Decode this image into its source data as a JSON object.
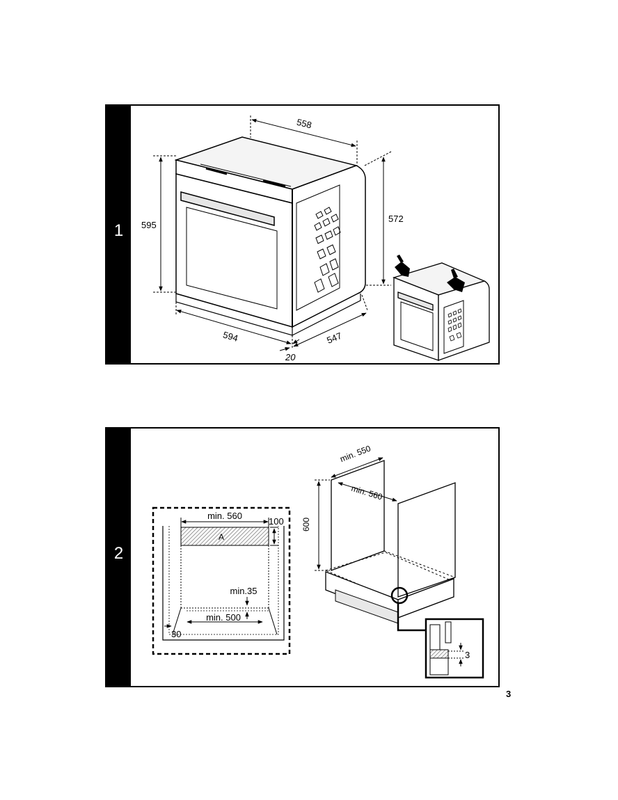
{
  "page": {
    "number": "3"
  },
  "figure1": {
    "label": "1",
    "dims": {
      "d558": "558",
      "d595": "595",
      "d572": "572",
      "d594": "594",
      "d547": "547",
      "d20": "20"
    }
  },
  "figure2": {
    "label": "2",
    "front": {
      "min560": "min. 560",
      "d100": "100",
      "a": "A",
      "min35": "min.35",
      "min500": "min. 500",
      "d30": "30"
    },
    "cabinet": {
      "min550": "min. 550",
      "min560": "min. 560",
      "d600": "600",
      "d3": "3"
    }
  }
}
